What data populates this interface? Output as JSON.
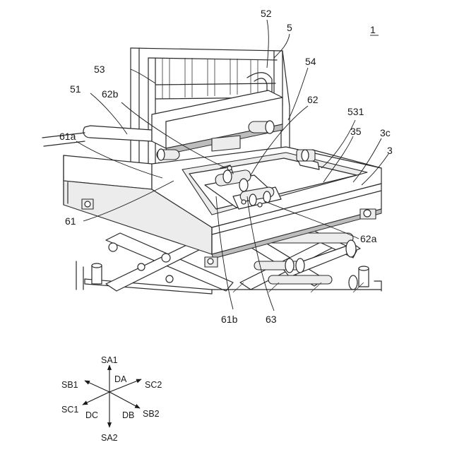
{
  "figure": {
    "number": "1",
    "labels": {
      "l52": "52",
      "l5": "5",
      "l53": "53",
      "l54": "54",
      "l51": "51",
      "l62b": "62b",
      "l62": "62",
      "l531": "531",
      "l35": "35",
      "l3c": "3c",
      "l3": "3",
      "l61a": "61a",
      "l61": "61",
      "l62a": "62a",
      "l61b": "61b",
      "l63": "63"
    }
  },
  "axes": {
    "SA1": "SA1",
    "DA": "DA",
    "SB1": "SB1",
    "SC2": "SC2",
    "SC1": "SC1",
    "DC": "DC",
    "DB": "DB",
    "SB2": "SB2",
    "SA2": "SA2"
  }
}
